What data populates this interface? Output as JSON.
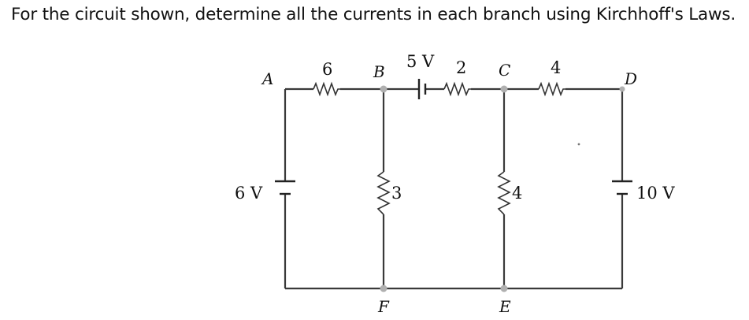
{
  "question": "For the circuit shown, determine all the currents in each branch using Kirchhoff's Laws.",
  "circuit": {
    "nodes": {
      "a": "A",
      "b": "B",
      "c": "C",
      "d": "D",
      "e": "E",
      "f": "F"
    },
    "resistors": {
      "ab": "6",
      "bc": "2",
      "cd": "4",
      "bf": "3",
      "ce": "4"
    },
    "sources": {
      "left": "6 V",
      "top": "5 V",
      "right": "10 V"
    }
  }
}
